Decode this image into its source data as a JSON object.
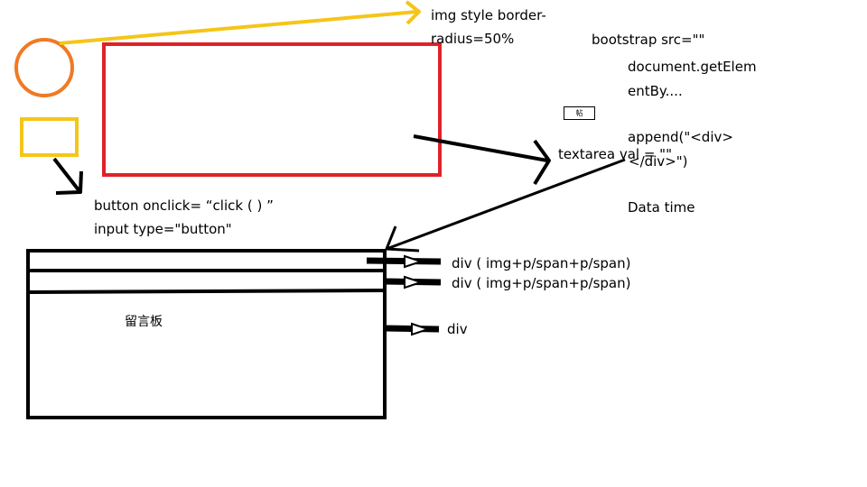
{
  "colors": {
    "orange": "#F07A24",
    "yellow": "#F5C518",
    "red": "#E02128",
    "black": "#000000",
    "background": "#FFFFFF"
  },
  "labels": {
    "img_style_line1": "img style border-",
    "img_style_line2": "radius=50%",
    "bootstrap": "bootstrap src=\"\"",
    "getelem_line1": "document.getElem",
    "getelem_line2": "entBy....",
    "tiny_box": "帖",
    "append_line1": "append(\"<div>",
    "append_line2": "</div>\")",
    "textarea": "textarea val = \"\"",
    "data_time": "Data time",
    "button_onclick": "button  onclick= “click ( ) ”",
    "input_button": "input type=\"button\"",
    "div_row1": "div ( img+p/span+p/span)",
    "div_row2": "div ( img+p/span+p/span)",
    "div_plain": "div",
    "board_label": "留言板"
  }
}
